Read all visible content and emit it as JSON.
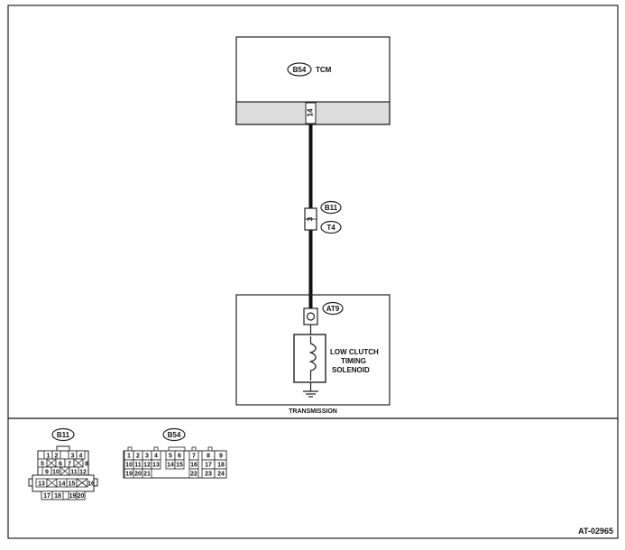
{
  "tcm": {
    "connector": "B54",
    "name": "TCM",
    "pin": "14"
  },
  "joint": {
    "connector_top": "B11",
    "connector_bottom": "T4",
    "pin": "3"
  },
  "transmission": {
    "connector": "AT9",
    "solenoid_line1": "LOW CLUTCH",
    "solenoid_line2": "TIMING",
    "solenoid_line3": "SOLENOID",
    "label": "TRANSMISSION"
  },
  "connector_b11": {
    "label": "B11",
    "rows": [
      [
        "1",
        "2",
        "",
        "3",
        "4"
      ],
      [
        "5",
        "6",
        "7",
        "8"
      ],
      [
        "9",
        "10",
        "11",
        "12"
      ],
      [
        "13",
        "14",
        "15",
        "16"
      ],
      [
        "17",
        "18",
        "19",
        "20"
      ]
    ]
  },
  "connector_b54": {
    "label": "B54",
    "row1": [
      "1",
      "2",
      "3",
      "4",
      "5",
      "6",
      "7",
      "8",
      "9"
    ],
    "row2": [
      "10",
      "11",
      "12",
      "13",
      "14",
      "15",
      "16",
      "17",
      "18"
    ],
    "row3": [
      "19",
      "20",
      "21",
      "22",
      "23",
      "24"
    ]
  },
  "figure_code": "AT-02965"
}
